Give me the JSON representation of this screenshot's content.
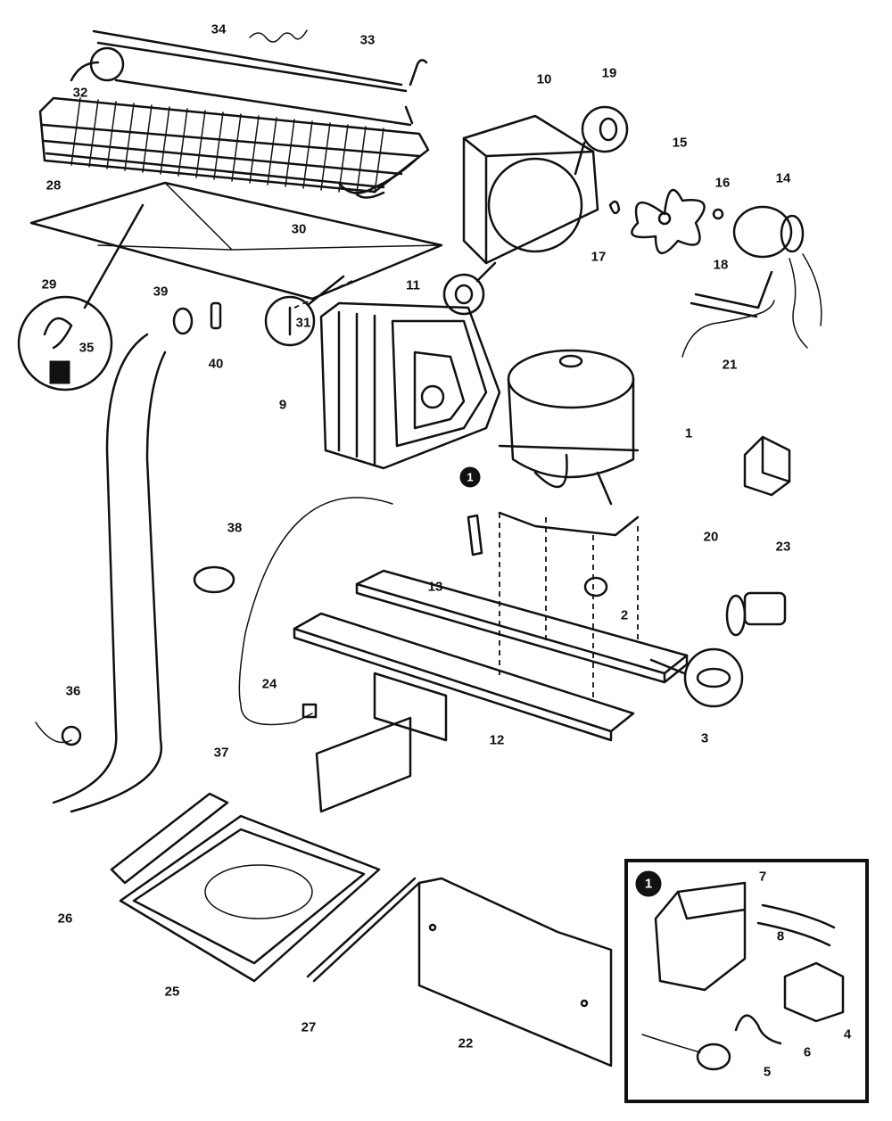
{
  "callouts": {
    "c1": "1",
    "c2": "2",
    "c3": "3",
    "c4": "4",
    "c5": "5",
    "c6": "6",
    "c7": "7",
    "c8": "8",
    "c9": "9",
    "c10": "10",
    "c11": "11",
    "c12": "12",
    "c13": "13",
    "c14": "14",
    "c15": "15",
    "c16": "16",
    "c17": "17",
    "c18": "18",
    "c19": "19",
    "c20": "20",
    "c21": "21",
    "c22": "22",
    "c23": "23",
    "c24": "24",
    "c25": "25",
    "c26": "26",
    "c27": "27",
    "c28": "28",
    "c29": "29",
    "c30": "30",
    "c31": "31",
    "c32": "32",
    "c33": "33",
    "c34": "34",
    "c35": "35",
    "c36": "36",
    "c37": "37",
    "c38": "38",
    "c39": "39",
    "c40": "40"
  },
  "inset": {
    "marker": "1"
  },
  "compressor_marker": "1"
}
